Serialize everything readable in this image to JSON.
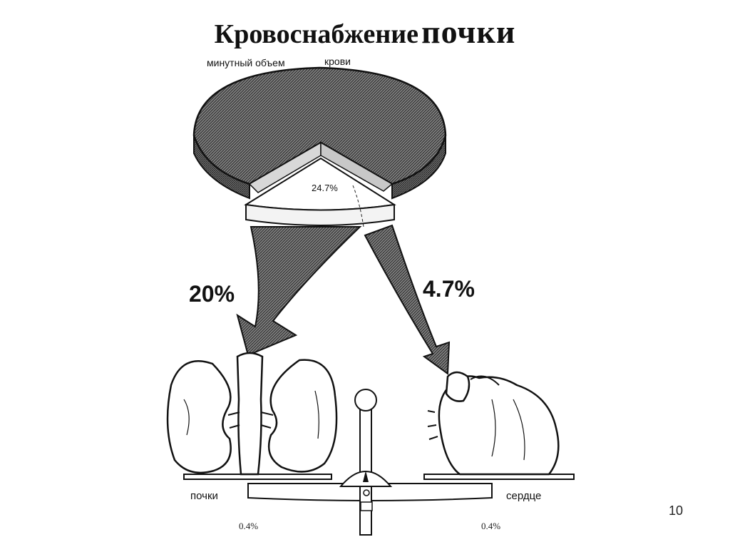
{
  "title": {
    "part1": "Кровоснабжение",
    "part2": "почки"
  },
  "pie": {
    "label_left": "минутный объем",
    "label_right": "крови",
    "slice_label": "24.7%"
  },
  "arrows": {
    "kidneys_percent": "20%",
    "heart_percent": "4.7%"
  },
  "organs": {
    "kidneys_label": "почки",
    "heart_label": "сердце"
  },
  "weights": {
    "kidneys_weight": "0.4%",
    "heart_weight": "0.4%"
  },
  "slide_number": "10"
}
